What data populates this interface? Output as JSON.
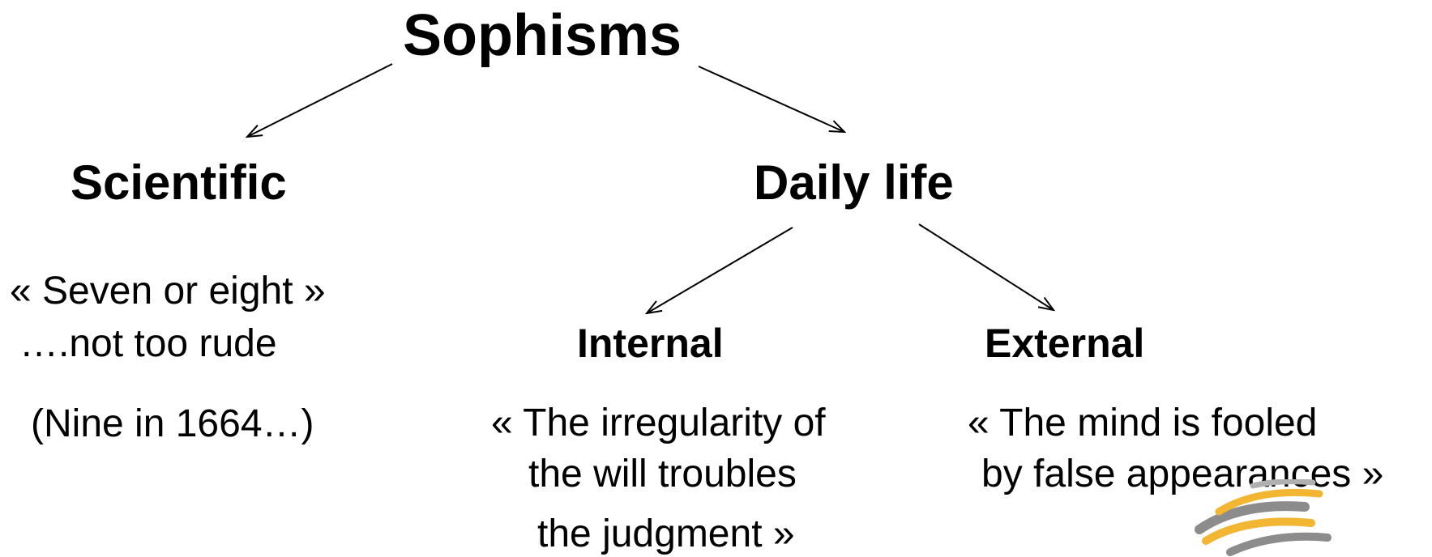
{
  "diagram": {
    "root": {
      "label": "Sophisms"
    },
    "branches": {
      "scientific": {
        "label": "Scientific",
        "lines": [
          "« Seven or eight »",
          "….not too rude",
          "(Nine in 1664…)"
        ]
      },
      "daily_life": {
        "label": "Daily life",
        "children": {
          "internal": {
            "label": "Internal",
            "lines": [
              "« The irregularity of",
              "the will troubles",
              "the judgment »"
            ]
          },
          "external": {
            "label": "External",
            "lines": [
              "« The mind is fooled",
              "by false appearances »"
            ]
          }
        }
      }
    }
  },
  "logo": {
    "icon": "arcs-logo-icon",
    "colors": [
      "#f2b632",
      "#8c8c8c"
    ]
  }
}
